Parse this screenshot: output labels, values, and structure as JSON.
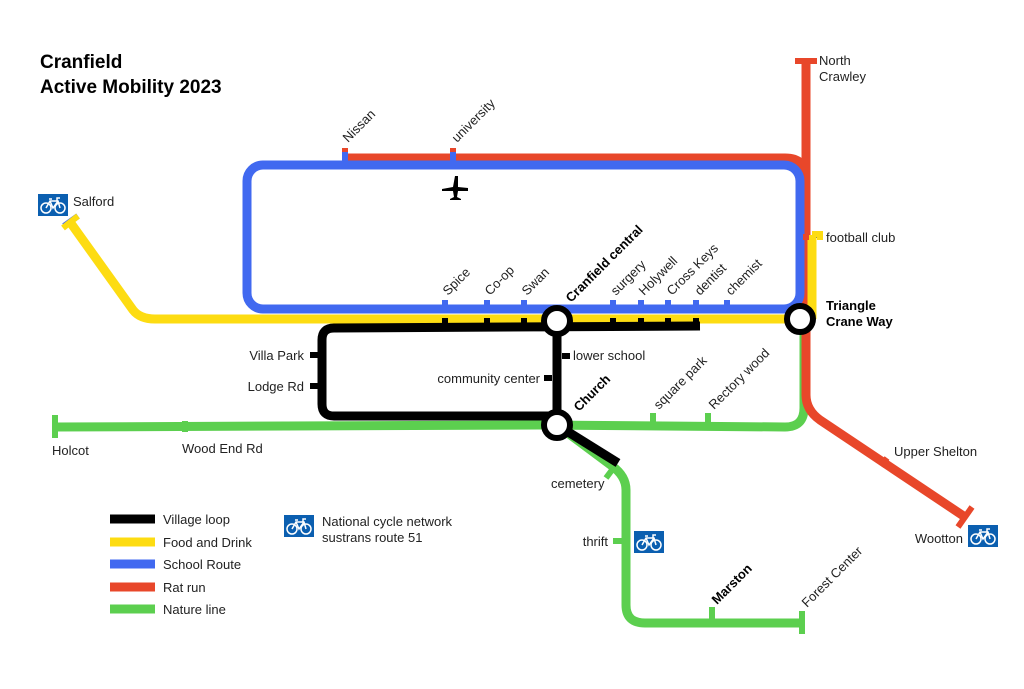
{
  "title": {
    "line1": "Cranfield",
    "line2": "Active Mobility 2023"
  },
  "colors": {
    "village_loop": "#000000",
    "food_and_drink": "#fddc12",
    "school_route": "#4169f0",
    "rat_run": "#e8472a",
    "nature_line": "#5ccf4f",
    "cycle_network": "#0b5fb0"
  },
  "stations": {
    "north_crawley_1": "North",
    "north_crawley_2": "Crawley",
    "nissan": "Nissan",
    "university": "university",
    "salford": "Salford",
    "football_club": "football club",
    "spice": "Spice",
    "coop": "Co-op",
    "swan": "Swan",
    "cranfield_central": "Cranfield central",
    "surgery": "surgery",
    "holywell": "Holywell",
    "cross_keys": "Cross Keys",
    "dentist": "dentist",
    "chemist": "chemist",
    "triangle_1": "Triangle",
    "triangle_2": "Crane Way",
    "villa_park": "Villa Park",
    "lodge_rd": "Lodge Rd",
    "lower_school": "lower school",
    "community_center": "community center",
    "church": "Church",
    "square_park": "square park",
    "rectory_wood": "Rectory wood",
    "holcot": "Holcot",
    "wood_end_rd": "Wood End Rd",
    "upper_shelton": "Upper Shelton",
    "cemetery": "cemetery",
    "thrift": "thrift",
    "wootton": "Wootton",
    "marston": "Marston",
    "forest_center": "Forest Center"
  },
  "legend": {
    "items": [
      {
        "label": "Village loop",
        "color": "#000000"
      },
      {
        "label": "Food and Drink",
        "color": "#fddc12"
      },
      {
        "label": "School Route",
        "color": "#4169f0"
      },
      {
        "label": "Rat run",
        "color": "#e8472a"
      },
      {
        "label": "Nature line",
        "color": "#5ccf4f"
      }
    ],
    "cycle_1": "National cycle network",
    "cycle_2": "sustrans route 51"
  }
}
